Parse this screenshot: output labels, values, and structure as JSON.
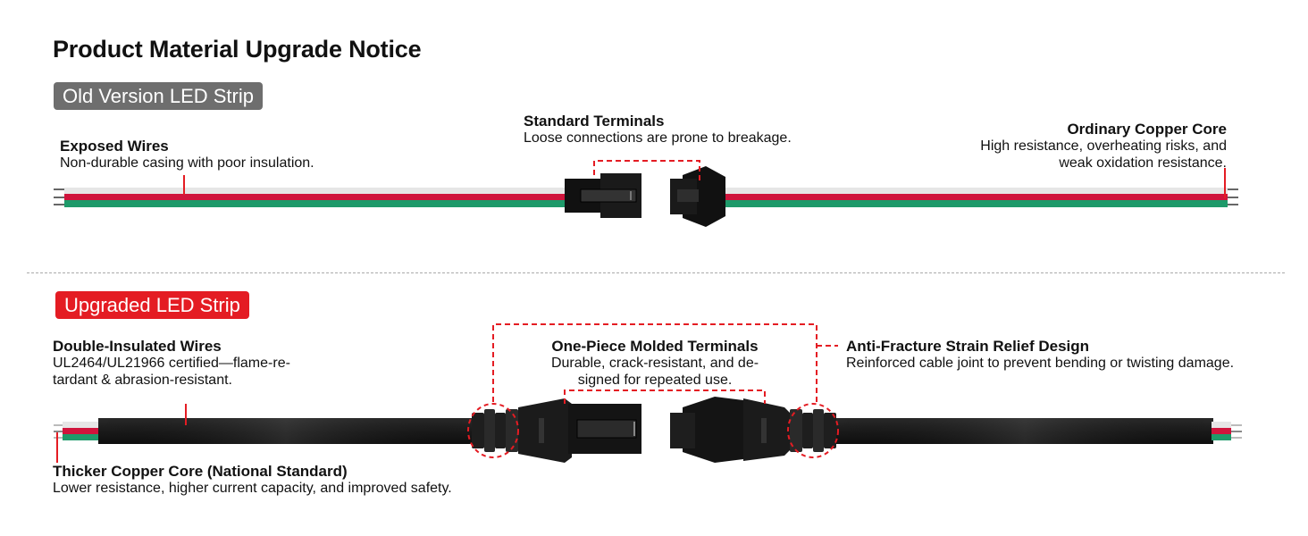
{
  "title": "Product Material Upgrade Notice",
  "old": {
    "badge": "Old Version LED Strip",
    "exposed_wires": {
      "title": "Exposed Wires",
      "desc": "Non-durable casing with poor insulation."
    },
    "standard_terminals": {
      "title": "Standard Terminals",
      "desc": "Loose connections are prone to breakage."
    },
    "ordinary_core": {
      "title": "Ordinary Copper Core",
      "desc_line1": "High resistance, overheating risks, and",
      "desc_line2": "weak oxidation resistance."
    }
  },
  "new": {
    "badge": "Upgraded LED Strip",
    "double_insulated": {
      "title": "Double-Insulated Wires",
      "desc_line1": "UL2464/UL21966 certified—flame-re-",
      "desc_line2": "tardant & abrasion-resistant."
    },
    "molded_terminals": {
      "title": "One-Piece Molded Terminals",
      "desc_line1": "Durable, crack-resistant, and de-",
      "desc_line2": "signed for repeated use."
    },
    "strain_relief": {
      "title": "Anti-Fracture Strain Relief Design",
      "desc": "Reinforced cable joint to prevent bending or twisting damage."
    },
    "thicker_core": {
      "title": "Thicker Copper Core (National Standard)",
      "desc": "Lower resistance, higher current capacity, and improved safety."
    }
  },
  "colors": {
    "red_wire": "#d0143c",
    "green_wire": "#1e9a6a",
    "white_wire": "#e6e6e6",
    "accent": "#e41c23",
    "badge_gray": "#6e6e6e"
  }
}
